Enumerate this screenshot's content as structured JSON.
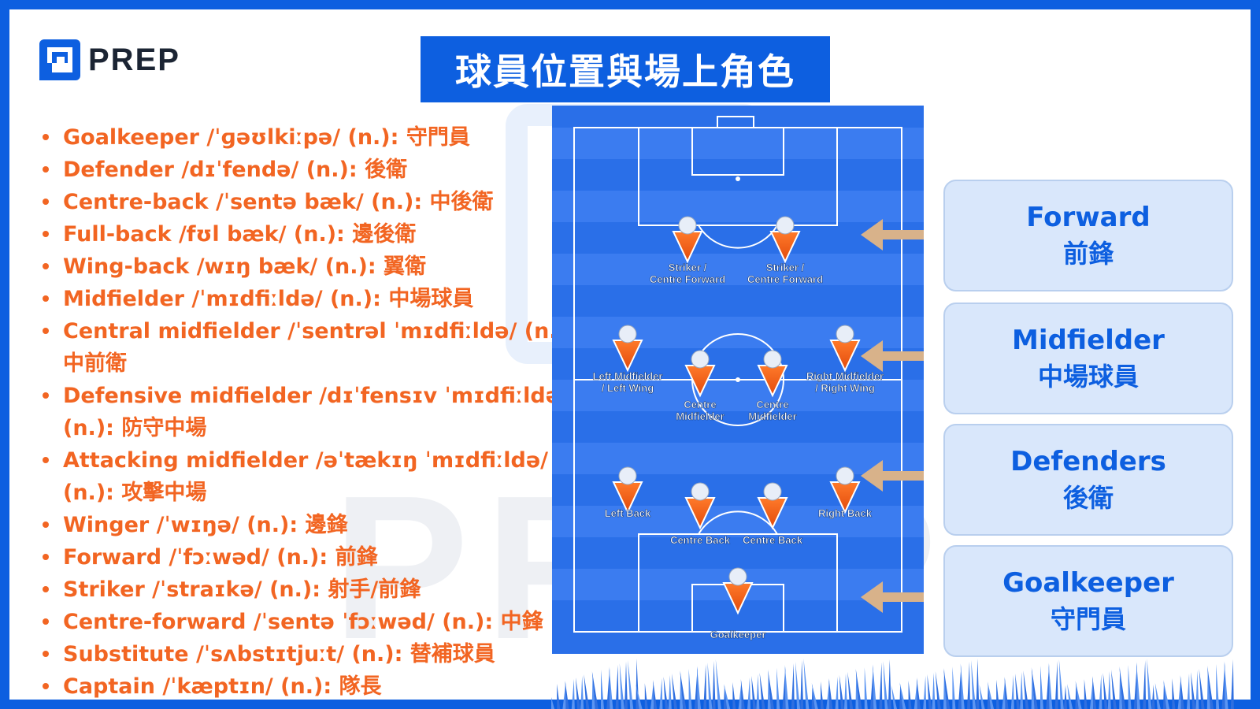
{
  "logo": {
    "text": "PREP",
    "watermark": "PREP"
  },
  "title": "球員位置與場上角色",
  "vocab": [
    "Goalkeeper /ˈɡəʊlkiːpə/ (n.): 守門員",
    "Defender /dɪˈfendə/ (n.): 後衛",
    "Centre-back /ˈsentə bæk/ (n.): 中後衛",
    "Full-back /fʊl bæk/ (n.): 邊後衛",
    "Wing-back /wɪŋ bæk/ (n.): 翼衛",
    "Midfielder /ˈmɪdfiːldə/ (n.): 中場球員",
    "Central midfielder /ˈsentrəl ˈmɪdfiːldə/ (n.): 中前衛",
    "Defensive midfielder /dɪˈfensɪv ˈmɪdfiːldə/ (n.): 防守中場",
    "Attacking midfielder /əˈtækɪŋ ˈmɪdfiːldə/ (n.): 攻擊中場",
    "Winger /ˈwɪŋə/ (n.): 邊鋒",
    "Forward /ˈfɔːwəd/ (n.): 前鋒",
    "Striker /ˈstraɪkə/ (n.): 射手/前鋒",
    "Centre-forward /ˈsentə ˈfɔːwəd/ (n.): 中鋒",
    "Substitute /ˈsʌbstɪtjuːt/ (n.): 替補球員",
    "Captain /ˈkæptɪn/ (n.): 隊長"
  ],
  "pitch": {
    "players": [
      {
        "label1": "Striker /",
        "label2": "Centre Forward"
      },
      {
        "label1": "Striker /",
        "label2": "Centre Forward"
      },
      {
        "label1": "Left Midfielder",
        "label2": "/ Left Wing"
      },
      {
        "label1": "Centre",
        "label2": "Midfielder"
      },
      {
        "label1": "Centre",
        "label2": "Midfielder"
      },
      {
        "label1": "Right Midfielder",
        "label2": "/ Right Wing"
      },
      {
        "label1": "Left Back",
        "label2": ""
      },
      {
        "label1": "Centre Back",
        "label2": ""
      },
      {
        "label1": "Centre Back",
        "label2": ""
      },
      {
        "label1": "Right Back",
        "label2": ""
      },
      {
        "label1": "Goalkeeper",
        "label2": ""
      }
    ]
  },
  "roles": [
    {
      "en": "Forward",
      "zh": "前鋒"
    },
    {
      "en": "Midfielder",
      "zh": "中場球員"
    },
    {
      "en": "Defenders",
      "zh": "後衛"
    },
    {
      "en": "Goalkeeper",
      "zh": "守門員"
    }
  ],
  "colors": {
    "brand_blue": "#0d5fe0",
    "accent_orange": "#f26522",
    "role_bg": "#d9e7fb"
  }
}
